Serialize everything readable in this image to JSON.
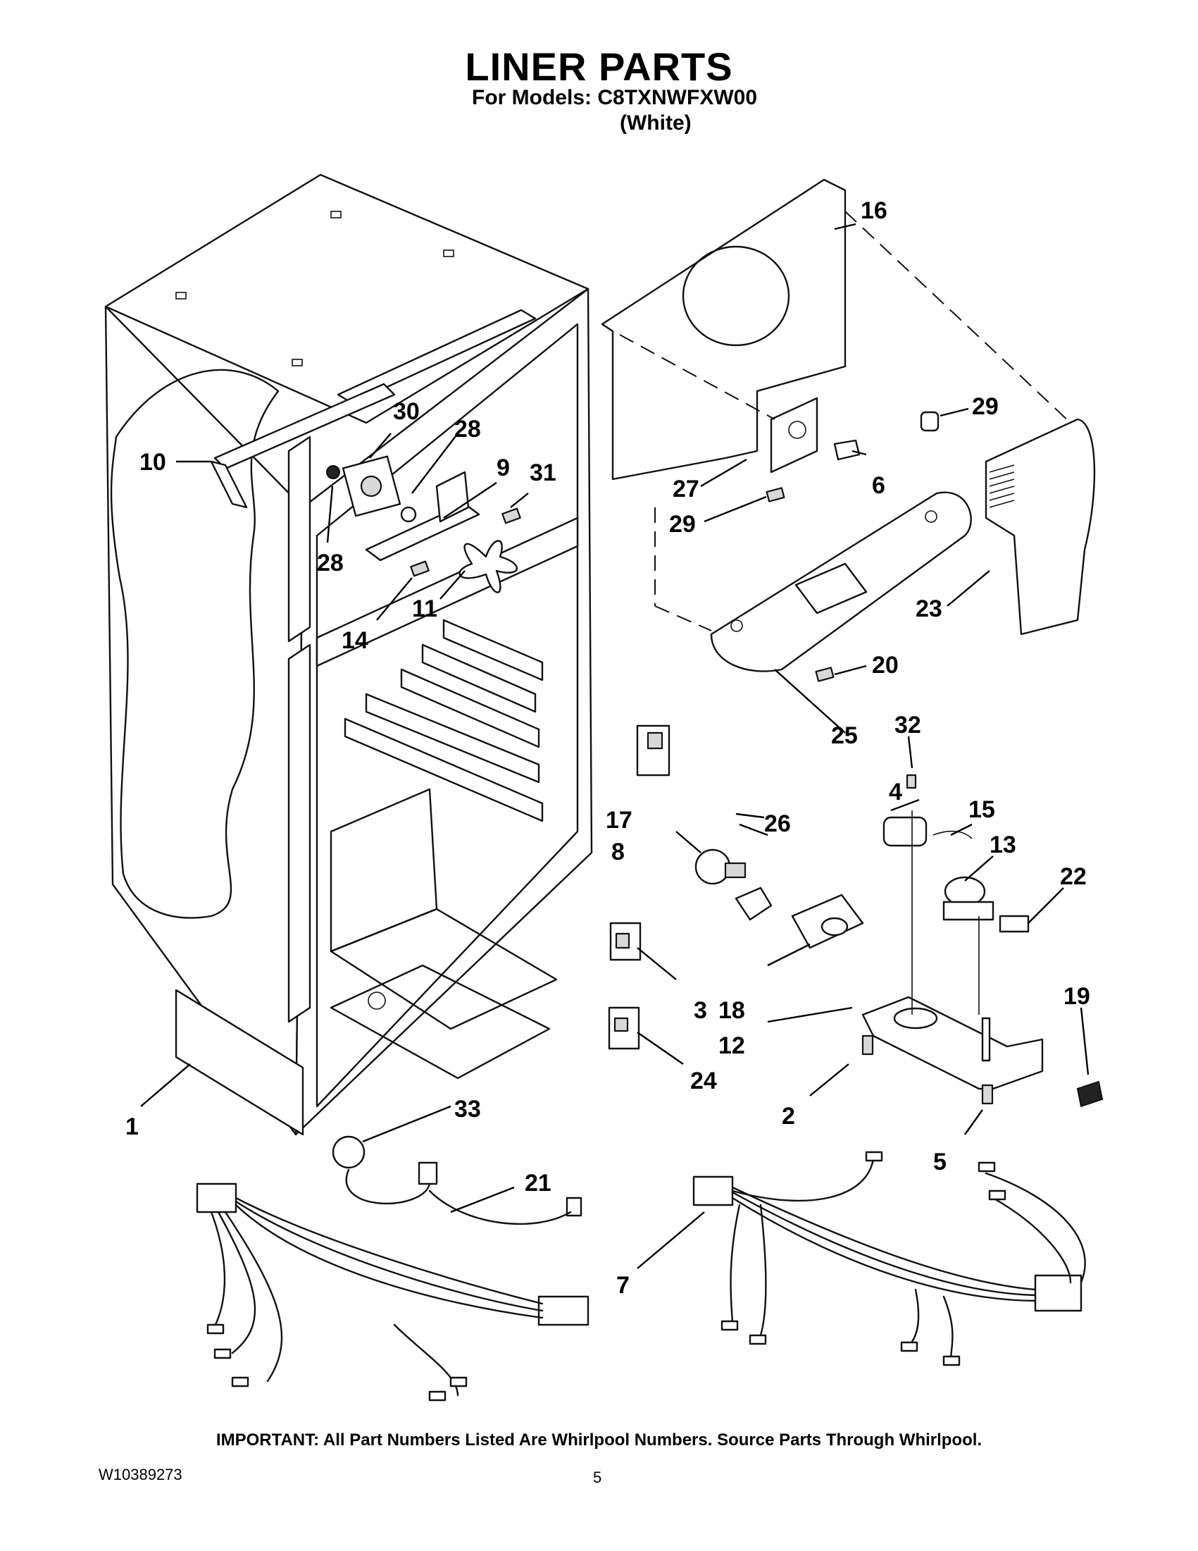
{
  "header": {
    "title": "LINER PARTS",
    "models_line": "For Models: C8TXNWFXW00",
    "color_line": "(White)"
  },
  "callouts": {
    "c1": "1",
    "c2": "2",
    "c3": "3",
    "c4": "4",
    "c5": "5",
    "c6": "6",
    "c7": "7",
    "c8": "8",
    "c9": "9",
    "c10": "10",
    "c11": "11",
    "c12": "12",
    "c13": "13",
    "c14": "14",
    "c15": "15",
    "c16": "16",
    "c17": "17",
    "c18": "18",
    "c19": "19",
    "c20": "20",
    "c21": "21",
    "c22": "22",
    "c23": "23",
    "c24": "24",
    "c25": "25",
    "c26": "26",
    "c27": "27",
    "c28a": "28",
    "c28b": "28",
    "c29a": "29",
    "c29b": "29",
    "c30": "30",
    "c31": "31",
    "c32": "32",
    "c33": "33"
  },
  "footer": {
    "important": "IMPORTANT: All Part Numbers Listed Are Whirlpool Numbers. Source Parts Through Whirlpool.",
    "document_number": "W10389273",
    "page_number": "5"
  }
}
